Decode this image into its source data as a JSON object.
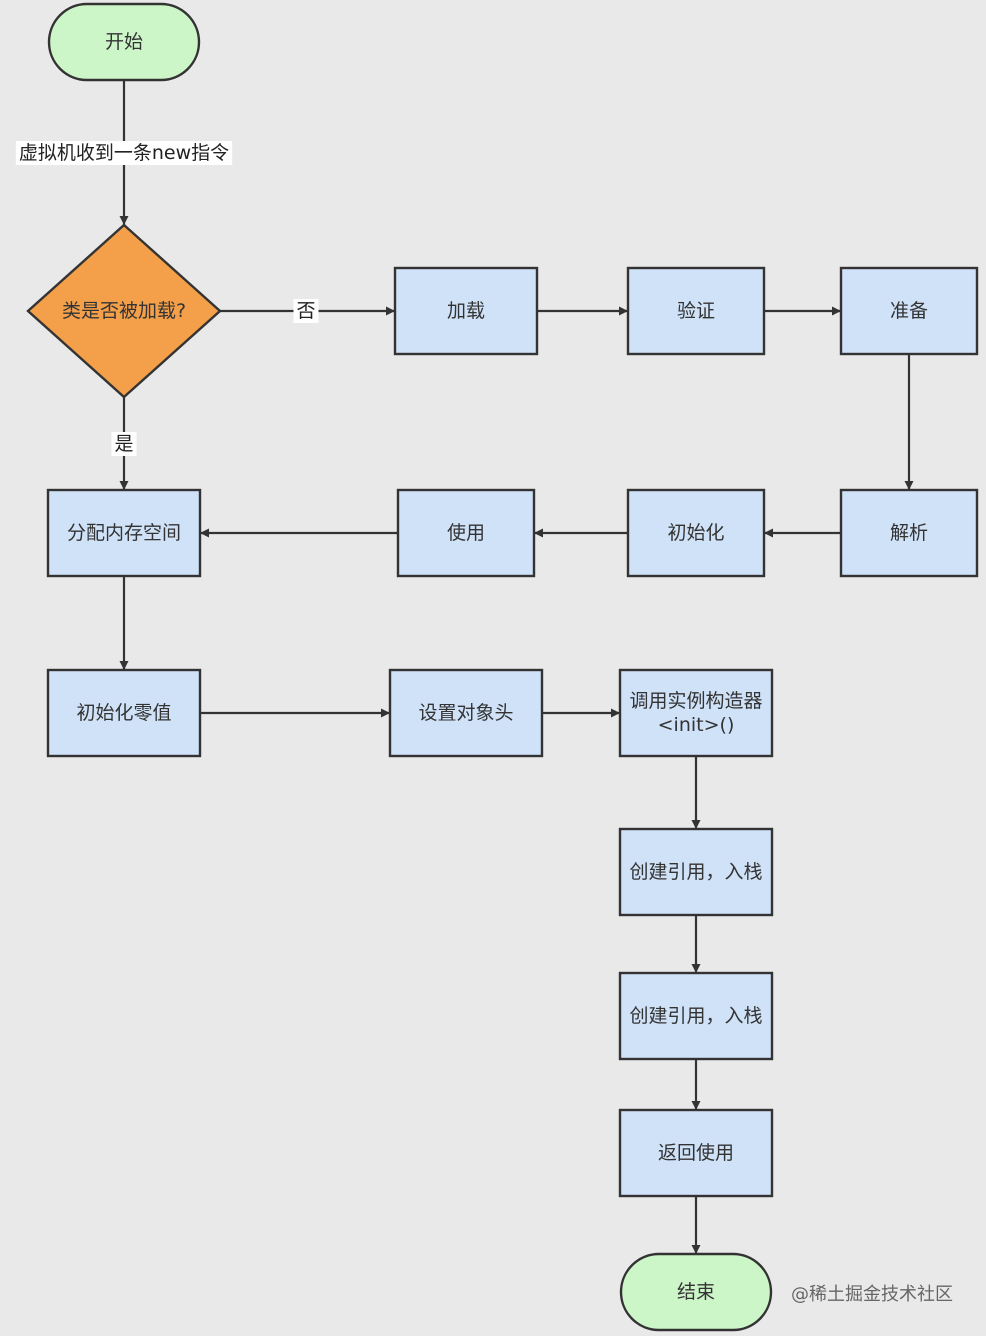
{
  "diagram": {
    "colors": {
      "background": "#e9e9e9",
      "terminal_fill": "#ccf5c8",
      "process_fill": "#cfe2f8",
      "decision_fill": "#f4a04a",
      "stroke": "#333333",
      "label_bg": "#ffffff"
    },
    "nodes": [
      {
        "id": "start",
        "shape": "terminal",
        "label": "开始"
      },
      {
        "id": "check",
        "shape": "decision",
        "label": "类是否被加载?"
      },
      {
        "id": "load",
        "shape": "process",
        "label": "加载"
      },
      {
        "id": "verify",
        "shape": "process",
        "label": "验证"
      },
      {
        "id": "prepare",
        "shape": "process",
        "label": "准备"
      },
      {
        "id": "resolve",
        "shape": "process",
        "label": "解析"
      },
      {
        "id": "initialize",
        "shape": "process",
        "label": "初始化"
      },
      {
        "id": "use",
        "shape": "process",
        "label": "使用"
      },
      {
        "id": "alloc",
        "shape": "process",
        "label": "分配内存空间"
      },
      {
        "id": "zero",
        "shape": "process",
        "label": "初始化零值"
      },
      {
        "id": "header",
        "shape": "process",
        "label": "设置对象头"
      },
      {
        "id": "ctor",
        "shape": "process",
        "label": "调用实例构造器<init>()"
      },
      {
        "id": "ref1",
        "shape": "process",
        "label": "创建引用，入栈"
      },
      {
        "id": "ref2",
        "shape": "process",
        "label": "创建引用，入栈"
      },
      {
        "id": "ret",
        "shape": "process",
        "label": "返回使用"
      },
      {
        "id": "end",
        "shape": "terminal",
        "label": "结束"
      }
    ],
    "edges": [
      {
        "from": "start",
        "to": "check",
        "label": "虚拟机收到一条new指令"
      },
      {
        "from": "check",
        "to": "load",
        "label": "否"
      },
      {
        "from": "load",
        "to": "verify",
        "label": ""
      },
      {
        "from": "verify",
        "to": "prepare",
        "label": ""
      },
      {
        "from": "prepare",
        "to": "resolve",
        "label": ""
      },
      {
        "from": "resolve",
        "to": "initialize",
        "label": ""
      },
      {
        "from": "initialize",
        "to": "use",
        "label": ""
      },
      {
        "from": "use",
        "to": "alloc",
        "label": ""
      },
      {
        "from": "check",
        "to": "alloc",
        "label": "是"
      },
      {
        "from": "alloc",
        "to": "zero",
        "label": ""
      },
      {
        "from": "zero",
        "to": "header",
        "label": ""
      },
      {
        "from": "header",
        "to": "ctor",
        "label": ""
      },
      {
        "from": "ctor",
        "to": "ref1",
        "label": ""
      },
      {
        "from": "ref1",
        "to": "ref2",
        "label": ""
      },
      {
        "from": "ref2",
        "to": "ret",
        "label": ""
      },
      {
        "from": "ret",
        "to": "end",
        "label": ""
      }
    ],
    "watermark": "@稀土掘金技术社区"
  }
}
